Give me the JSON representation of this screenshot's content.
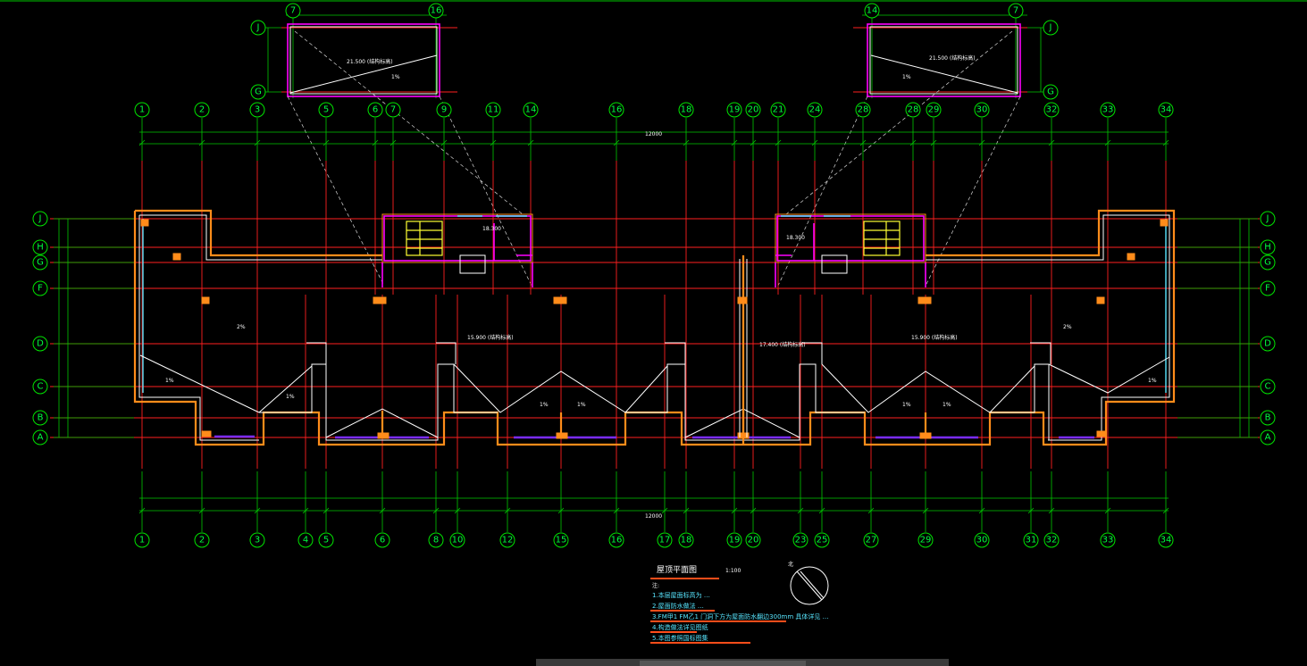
{
  "drawing": {
    "title": "屋顶平面图",
    "scale": "1:100",
    "north_label": "北",
    "notes_heading": "注:",
    "notes": [
      "1.本层屋面标高为 …",
      "2.屋面防水做法 …",
      "3.FM甲1 FM乙1 门洞下方为屋面防水翻边300mm 具体详见 …",
      "4.构造做法详见图纸",
      "5.本图参照国标图集"
    ]
  },
  "axes": {
    "top_numbers": [
      "1",
      "2",
      "3",
      "5",
      "6",
      "7",
      "9",
      "11",
      "14",
      "16",
      "18",
      "19",
      "20",
      "21",
      "24",
      "28",
      "28",
      "29",
      "30",
      "32",
      "33",
      "34"
    ],
    "bottom_numbers": [
      "1",
      "2",
      "3",
      "4",
      "5",
      "6",
      "8",
      "10",
      "12",
      "15",
      "16",
      "17",
      "18",
      "19",
      "20",
      "23",
      "25",
      "27",
      "29",
      "30",
      "31",
      "32",
      "33",
      "34"
    ],
    "rows_left": [
      "J",
      "H",
      "G",
      "F",
      "D",
      "C",
      "B",
      "A"
    ],
    "rows_right": [
      "J",
      "H",
      "G",
      "F",
      "D",
      "C",
      "B",
      "A"
    ],
    "detail_left_cols": [
      "7",
      "16"
    ],
    "detail_right_cols": [
      "14",
      "7"
    ],
    "detail_rows": [
      "J",
      "G"
    ]
  },
  "labels": {
    "elev_left": "15.900 (结构标高)",
    "elev_center": "17.400 (结构标高)",
    "elev_right": "15.900 (结构标高)",
    "detail_elev_left": "21.500 (结构标高)",
    "detail_elev_right": "21.500 (结构标高)",
    "stair_left_elev": "18.300",
    "stair_right_elev": "18.300",
    "slope": "1%",
    "slope_roof": "2%",
    "overall_dim": "12000"
  }
}
